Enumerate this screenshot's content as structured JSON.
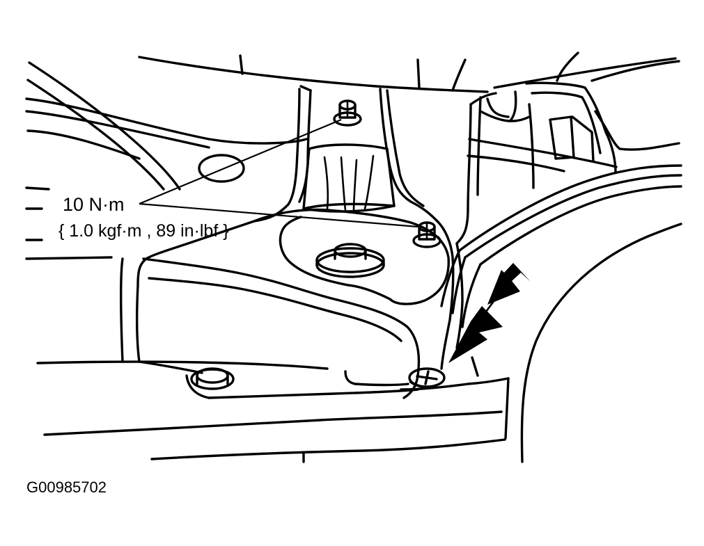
{
  "diagram": {
    "torque_label": {
      "value": "10 N·m",
      "conversion": "{ 1.0 kgf·m , 89 in·lbf }"
    },
    "figure_id": "G00985702"
  },
  "colors": {
    "line": "#000000",
    "background": "#ffffff"
  },
  "icons": [
    "bolt-icon",
    "retaining-clip-icon",
    "direction-arrow-icon"
  ]
}
